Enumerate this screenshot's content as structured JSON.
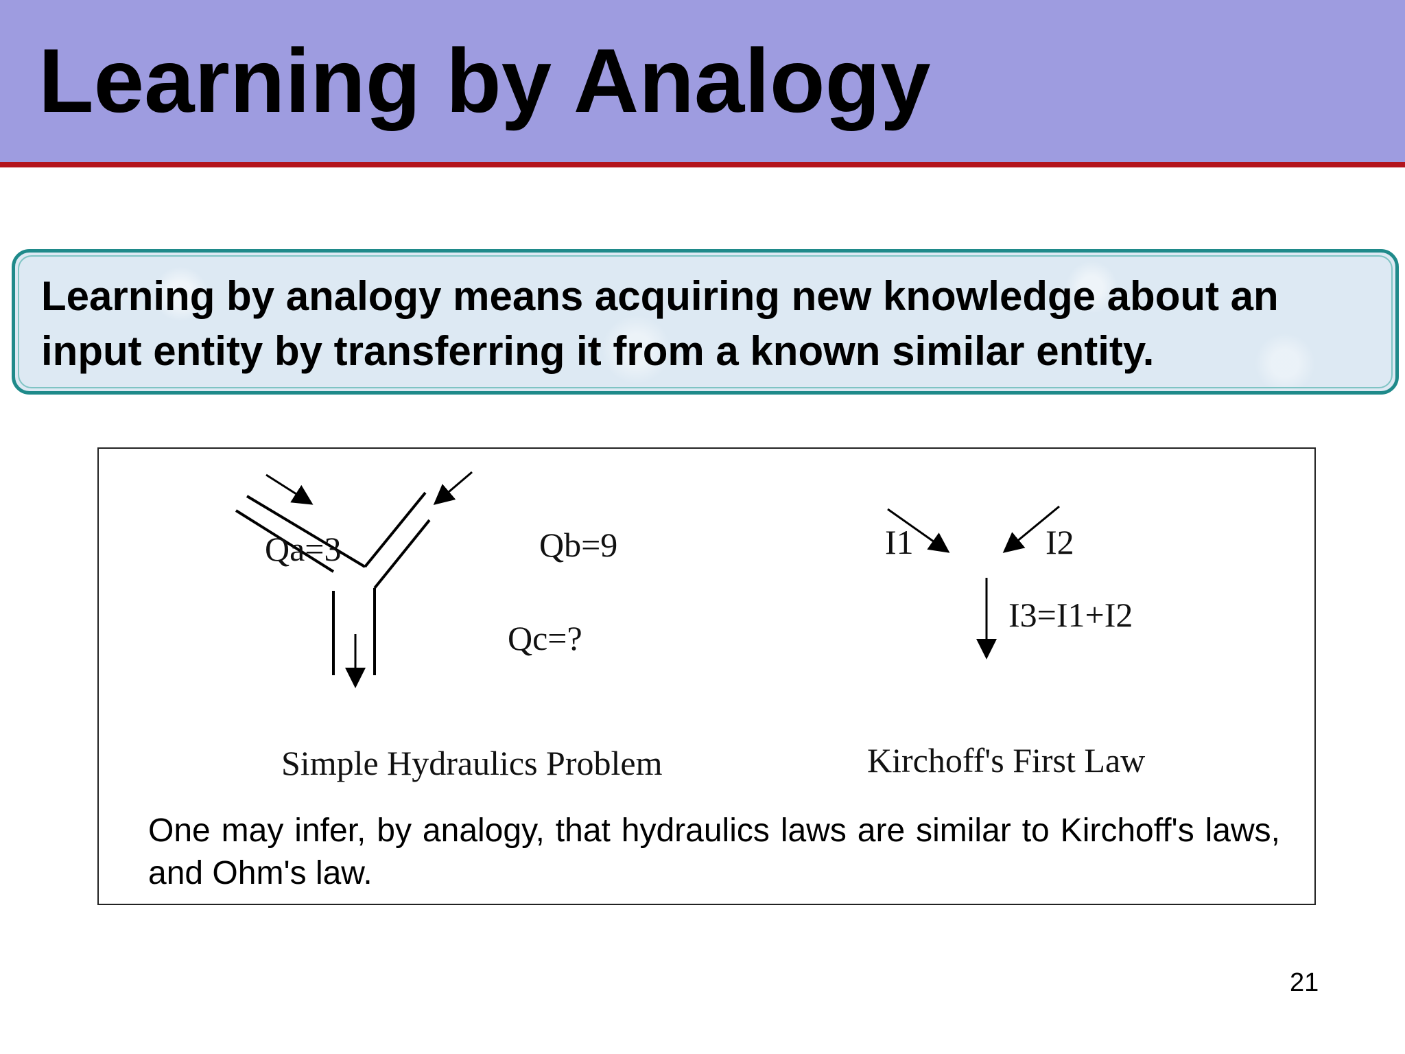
{
  "slide": {
    "title": "Learning by Analogy",
    "definition": "Learning by analogy means acquiring new knowledge about an input entity by transferring it from a known similar entity.",
    "page_number": "21"
  },
  "figure": {
    "hydraulics": {
      "label_a": "Qa=3",
      "label_b": "Qb=9",
      "label_c": "Qc=?",
      "caption": "Simple Hydraulics Problem"
    },
    "kirchoff": {
      "label_i1": "I1",
      "label_i2": "I2",
      "label_i3": "I3=I1+I2",
      "caption": "Kirchoff's First Law"
    },
    "conclusion": "One may infer, by analogy, that hydraulics laws are similar to Kirchoff's laws, and Ohm's law."
  },
  "colors": {
    "title_bar": "#9e9ce0",
    "title_rule": "#b3141c",
    "definition_border": "#1f8a8a",
    "definition_fill": "#dde9f3"
  }
}
